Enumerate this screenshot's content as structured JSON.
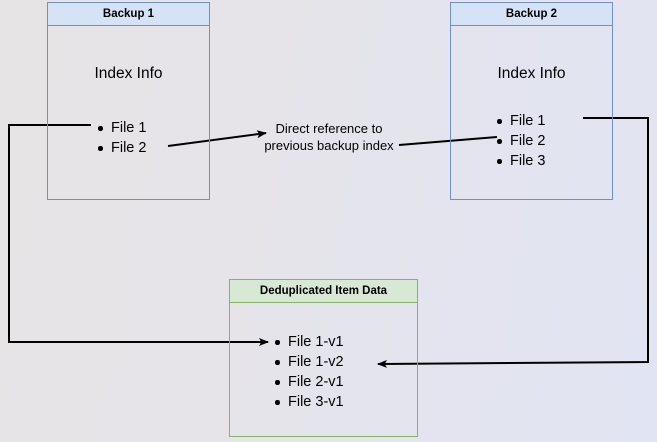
{
  "diagram": {
    "title_hidden": "",
    "colors": {
      "blue_border": "#7191c4",
      "blue_header_fill": "#d6e3f6",
      "green_border": "#85b467",
      "green_header_fill": "#d7e9d5",
      "connector": "#000000",
      "bg_left": "#e7e4e6",
      "bg_right": "#e1e4f3"
    },
    "boxes": [
      {
        "id": "backup1",
        "header": "Backup 1",
        "section_title": "Index Info",
        "items": [
          "File 1",
          "File 2"
        ]
      },
      {
        "id": "backup2",
        "header": "Backup 2",
        "section_title": "Index Info",
        "items": [
          "File 1",
          "File 2",
          "File 3"
        ]
      },
      {
        "id": "dedup",
        "header": "Deduplicated Item Data",
        "section_title": "",
        "items": [
          "File 1-v1",
          "File 1-v2",
          "File 2-v1",
          "File 3-v1"
        ]
      }
    ],
    "annotations": [
      {
        "id": "direct-reference",
        "line1": "Direct reference to",
        "line2": "previous backup index"
      }
    ]
  }
}
